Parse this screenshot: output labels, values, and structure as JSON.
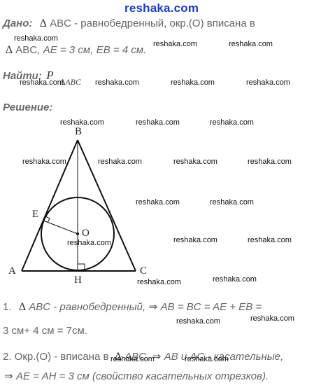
{
  "header": {
    "site": "reshaka.com"
  },
  "given": {
    "label": "Дано:",
    "delta1": "∆",
    "line1_rest": "ABC - равнобедренный, окр.(О) вписана в",
    "delta2": "∆",
    "line2_tri": "ABC,",
    "ae": "AE = 3 см,",
    "eb": "EB = 4 см."
  },
  "find": {
    "label": "Найти:",
    "p": "P",
    "sub": "∆ABC"
  },
  "solution": {
    "label": "Решение:",
    "s1_num": "1.",
    "s1_delta": "∆",
    "s1_tri": "ABC - равнобедренный,",
    "s1_arrow": "⇒",
    "s1_eq": "AB = BC = AE + EB =",
    "s1_result": "3 см+ 4 см = 7см.",
    "s2_num": "2. Окр.(О) - вписана в",
    "s2_delta": "∆",
    "s2_tri": "ABC.",
    "s2_arrow": "⇒",
    "s2_tangent": "AB и AC - касательные,",
    "s2_arrow2": "⇒",
    "s2_eq": "AE = AH = 3 см (свойство касательных отрезков)."
  },
  "figure": {
    "vertices": {
      "a": "A",
      "b": "B",
      "c": "C",
      "e": "E",
      "h": "H",
      "o": "O"
    }
  },
  "watermark": "reshaka.com"
}
